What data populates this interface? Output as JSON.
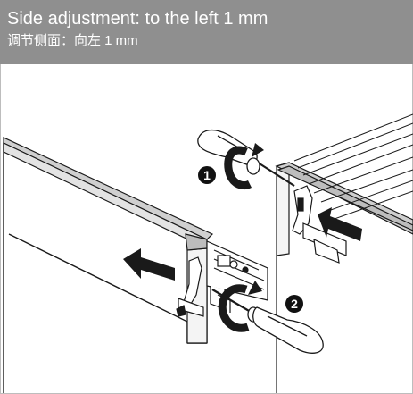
{
  "header": {
    "title_en": "Side adjustment: to the left 1 mm",
    "title_zh": "调节侧面：向左 1 mm"
  },
  "steps": [
    {
      "label": "1"
    },
    {
      "label": "2"
    }
  ],
  "colors": {
    "header_bg": "#8f8f8f",
    "header_text": "#ffffff",
    "line": "#1a1a1a",
    "panel_edge": "#cfcfcf",
    "marker_bg": "#111111"
  },
  "icons": {
    "movement_arrow": "left-arrow",
    "rotation_arrow": "counterclockwise-arrow",
    "tool": "screwdriver"
  }
}
